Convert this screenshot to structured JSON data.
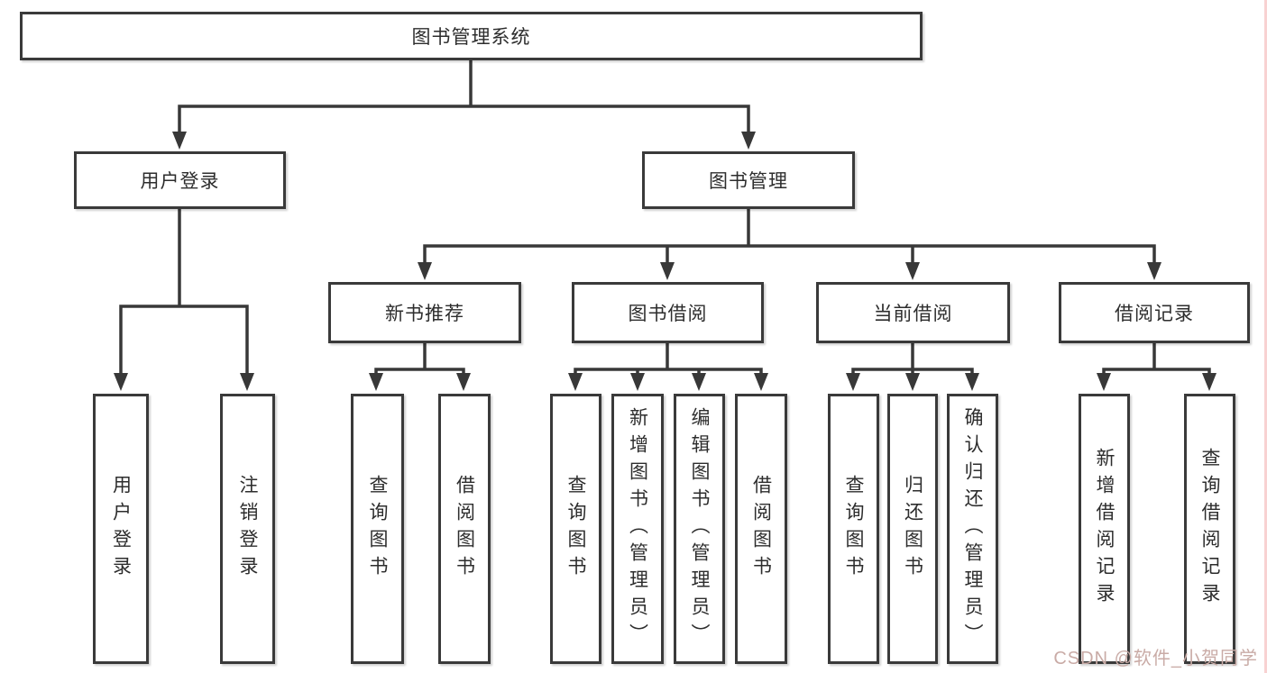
{
  "diagram": {
    "title": "图书管理系统",
    "type": "hierarchy-tree",
    "tree": {
      "label": "图书管理系统",
      "children": [
        {
          "label": "用户登录",
          "children": [
            {
              "label": "用户登录"
            },
            {
              "label": "注销登录"
            }
          ]
        },
        {
          "label": "图书管理",
          "children": [
            {
              "label": "新书推荐",
              "children": [
                {
                  "label": "查询图书"
                },
                {
                  "label": "借阅图书"
                }
              ]
            },
            {
              "label": "图书借阅",
              "children": [
                {
                  "label": "查询图书"
                },
                {
                  "label": "新增图书（管理员）"
                },
                {
                  "label": "编辑图书（管理员）"
                },
                {
                  "label": "借阅图书"
                }
              ]
            },
            {
              "label": "当前借阅",
              "children": [
                {
                  "label": "查询图书"
                },
                {
                  "label": "归还图书"
                },
                {
                  "label": "确认归还（管理员）"
                }
              ]
            },
            {
              "label": "借阅记录",
              "children": [
                {
                  "label": "新增借阅记录"
                },
                {
                  "label": "查询借阅记录"
                }
              ]
            }
          ]
        }
      ]
    },
    "colors": {
      "background": "#ffffff",
      "line": "#383838",
      "box_border": "#3a3a3a",
      "text": "#2d2d2d",
      "watermark": "#c9aba6",
      "right_edge_strip": "#f8d2d2"
    }
  },
  "watermark": {
    "text": "CSDN @软件_小贺同学"
  }
}
